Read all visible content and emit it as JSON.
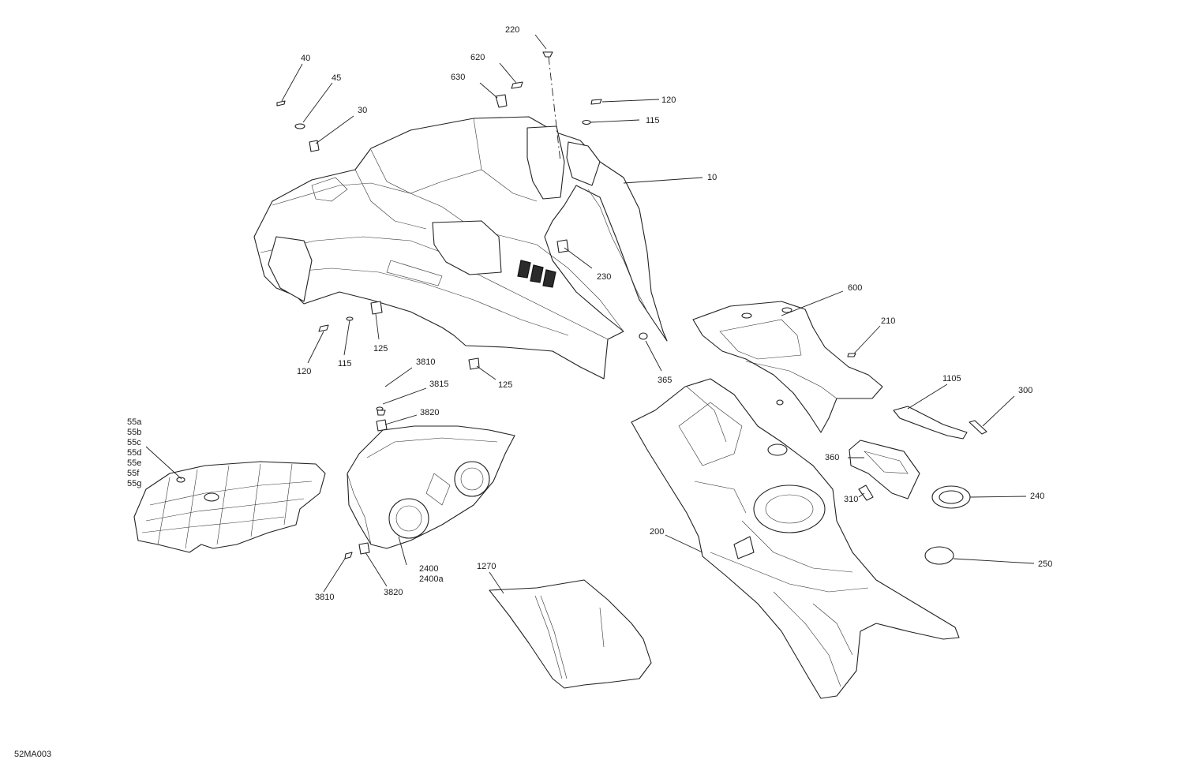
{
  "drawing_code": "52MA003",
  "callouts": [
    {
      "id": "220",
      "text": "220"
    },
    {
      "id": "620",
      "text": "620"
    },
    {
      "id": "630",
      "text": "630"
    },
    {
      "id": "40",
      "text": "40"
    },
    {
      "id": "45",
      "text": "45"
    },
    {
      "id": "30",
      "text": "30"
    },
    {
      "id": "120a",
      "text": "120"
    },
    {
      "id": "115a",
      "text": "115"
    },
    {
      "id": "10",
      "text": "10"
    },
    {
      "id": "230",
      "text": "230"
    },
    {
      "id": "600",
      "text": "600"
    },
    {
      "id": "210",
      "text": "210"
    },
    {
      "id": "365",
      "text": "365"
    },
    {
      "id": "120b",
      "text": "120"
    },
    {
      "id": "115b",
      "text": "115"
    },
    {
      "id": "125a",
      "text": "125"
    },
    {
      "id": "125b",
      "text": "125"
    },
    {
      "id": "3810a",
      "text": "3810"
    },
    {
      "id": "3815",
      "text": "3815"
    },
    {
      "id": "3820a",
      "text": "3820"
    },
    {
      "id": "55a",
      "text": "55a"
    },
    {
      "id": "55b",
      "text": "55b"
    },
    {
      "id": "55c",
      "text": "55c"
    },
    {
      "id": "55d",
      "text": "55d"
    },
    {
      "id": "55e",
      "text": "55e"
    },
    {
      "id": "55f",
      "text": "55f"
    },
    {
      "id": "55g",
      "text": "55g"
    },
    {
      "id": "1105",
      "text": "1105"
    },
    {
      "id": "300",
      "text": "300"
    },
    {
      "id": "360",
      "text": "360"
    },
    {
      "id": "310",
      "text": "310"
    },
    {
      "id": "240",
      "text": "240"
    },
    {
      "id": "200",
      "text": "200"
    },
    {
      "id": "250",
      "text": "250"
    },
    {
      "id": "1270",
      "text": "1270"
    },
    {
      "id": "2400",
      "text": "2400"
    },
    {
      "id": "2400a",
      "text": "2400a"
    },
    {
      "id": "3810b",
      "text": "3810"
    },
    {
      "id": "3820b",
      "text": "3820"
    }
  ]
}
